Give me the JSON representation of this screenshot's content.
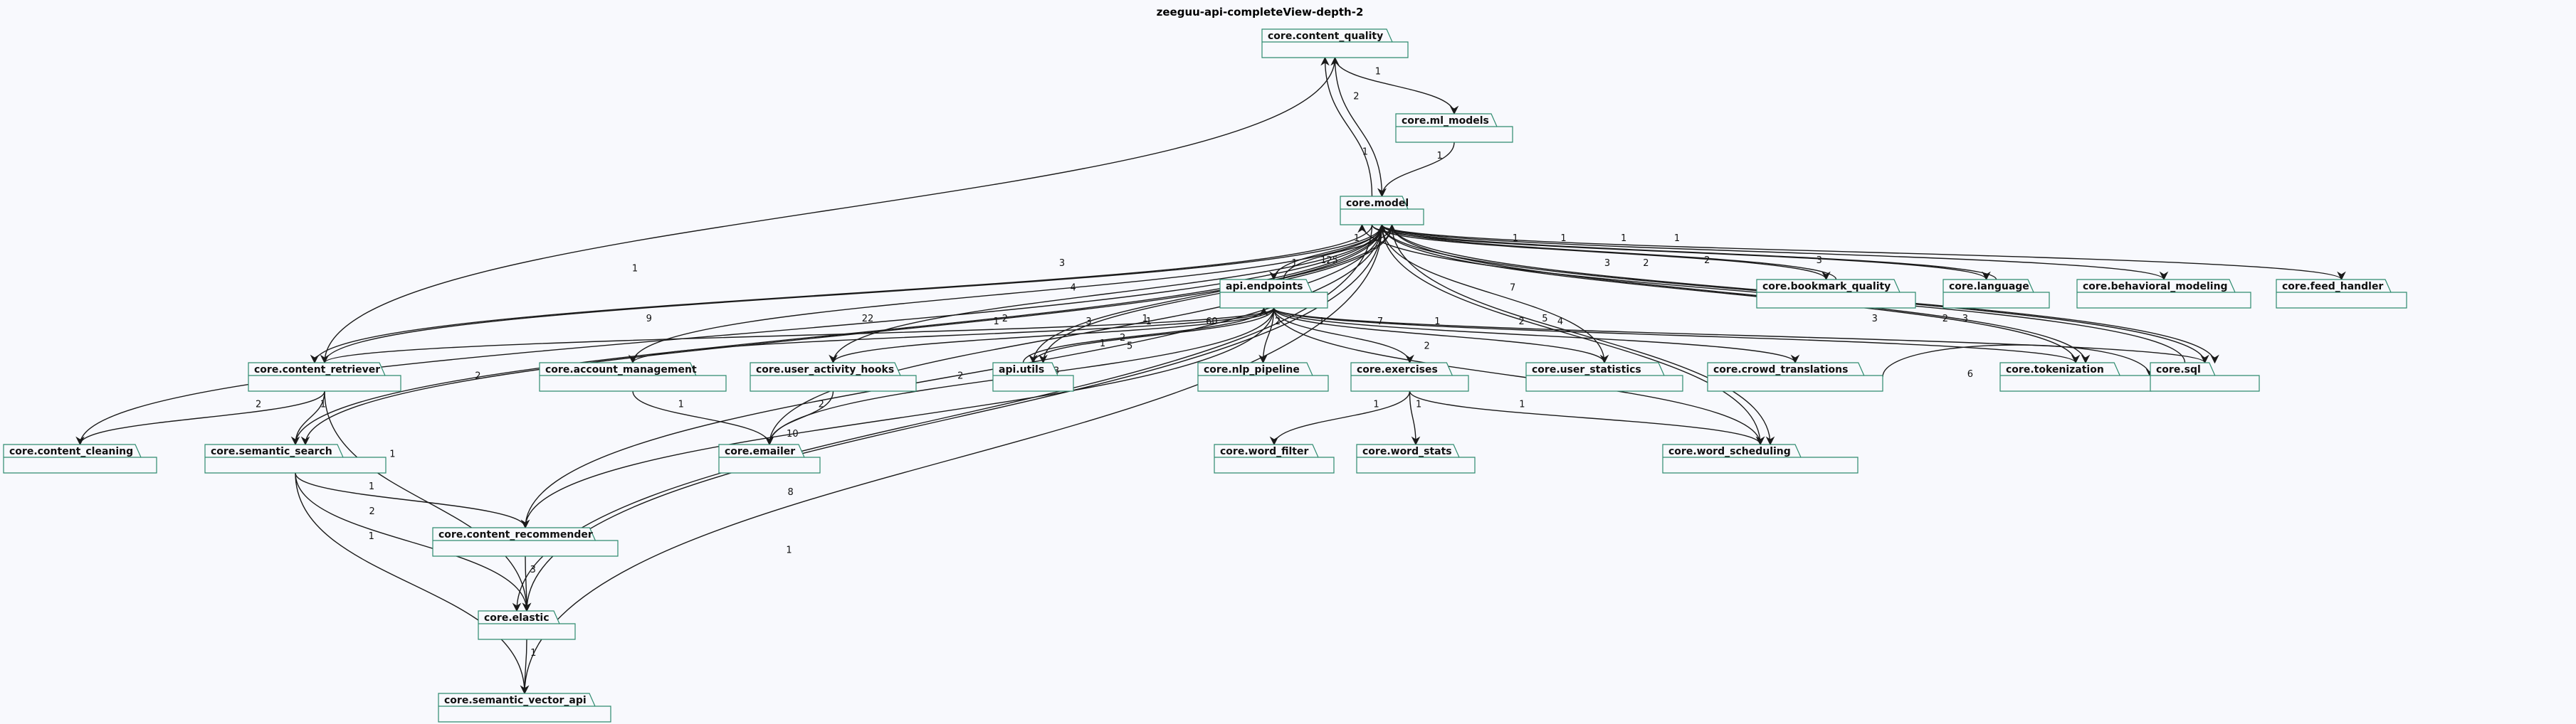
{
  "title": "zeeguu-api-completeView-depth-2",
  "colors": {
    "background": "#f8f9fd",
    "package_border": "#2e8b6f",
    "edge": "#1a1a1a"
  },
  "nodes": [
    {
      "id": "content_quality",
      "label": "core.content_quality"
    },
    {
      "id": "ml_models",
      "label": "core.ml_models"
    },
    {
      "id": "model",
      "label": "core.model"
    },
    {
      "id": "endpoints",
      "label": "api.endpoints"
    },
    {
      "id": "bookmark_quality",
      "label": "core.bookmark_quality"
    },
    {
      "id": "language",
      "label": "core.language"
    },
    {
      "id": "behavioral_modeling",
      "label": "core.behavioral_modeling"
    },
    {
      "id": "feed_handler",
      "label": "core.feed_handler"
    },
    {
      "id": "content_retriever",
      "label": "core.content_retriever"
    },
    {
      "id": "account_management",
      "label": "core.account_management"
    },
    {
      "id": "user_activity_hooks",
      "label": "core.user_activity_hooks"
    },
    {
      "id": "utils",
      "label": "api.utils"
    },
    {
      "id": "nlp_pipeline",
      "label": "core.nlp_pipeline"
    },
    {
      "id": "exercises",
      "label": "core.exercises"
    },
    {
      "id": "user_statistics",
      "label": "core.user_statistics"
    },
    {
      "id": "crowd_translations",
      "label": "core.crowd_translations"
    },
    {
      "id": "tokenization",
      "label": "core.tokenization"
    },
    {
      "id": "sql",
      "label": "core.sql"
    },
    {
      "id": "content_cleaning",
      "label": "core.content_cleaning"
    },
    {
      "id": "semantic_search",
      "label": "core.semantic_search"
    },
    {
      "id": "emailer",
      "label": "core.emailer"
    },
    {
      "id": "word_filter",
      "label": "core.word_filter"
    },
    {
      "id": "word_stats",
      "label": "core.word_stats"
    },
    {
      "id": "word_scheduling",
      "label": "core.word_scheduling"
    },
    {
      "id": "content_recommender",
      "label": "core.content_recommender"
    },
    {
      "id": "elastic",
      "label": "core.elastic"
    },
    {
      "id": "semantic_vector_api",
      "label": "core.semantic_vector_api"
    }
  ],
  "edges": [
    {
      "from": "content_quality",
      "to": "ml_models",
      "label": "1"
    },
    {
      "from": "content_quality",
      "to": "model",
      "label": "2"
    },
    {
      "from": "model",
      "to": "content_quality",
      "label": "1"
    },
    {
      "from": "ml_models",
      "to": "model",
      "label": "1"
    },
    {
      "from": "model",
      "to": "endpoints",
      "label": "1"
    },
    {
      "from": "endpoints",
      "to": "model",
      "label": "125"
    },
    {
      "from": "bookmark_quality",
      "to": "model",
      "label": "2"
    },
    {
      "from": "model",
      "to": "bookmark_quality",
      "label": "1"
    },
    {
      "from": "language",
      "to": "model",
      "label": "3"
    },
    {
      "from": "model",
      "to": "language",
      "label": "1"
    },
    {
      "from": "model",
      "to": "behavioral_modeling",
      "label": "1"
    },
    {
      "from": "model",
      "to": "feed_handler",
      "label": "1"
    },
    {
      "from": "content_retriever",
      "to": "content_quality",
      "label": "1"
    },
    {
      "from": "content_retriever",
      "to": "model",
      "label": "9"
    },
    {
      "from": "model",
      "to": "content_retriever",
      "label": "3"
    },
    {
      "from": "content_cleaning",
      "to": "model",
      "label": "2"
    },
    {
      "from": "semantic_search",
      "to": "model",
      "label": "1"
    },
    {
      "from": "model",
      "to": "semantic_search",
      "label": "4"
    },
    {
      "from": "account_management",
      "to": "model",
      "label": "22"
    },
    {
      "from": "user_activity_hooks",
      "to": "model",
      "label": "2"
    },
    {
      "from": "utils",
      "to": "model",
      "label": "1"
    },
    {
      "from": "model",
      "to": "utils",
      "label": "1"
    },
    {
      "from": "emailer",
      "to": "model",
      "label": "2"
    },
    {
      "from": "content_recommender",
      "to": "model",
      "label": "10"
    },
    {
      "from": "elastic",
      "to": "model",
      "label": "8"
    },
    {
      "from": "user_statistics",
      "to": "model",
      "label": "5"
    },
    {
      "from": "tokenization",
      "to": "model",
      "label": "3"
    },
    {
      "from": "model",
      "to": "tokenization",
      "label": "3"
    },
    {
      "from": "sql",
      "to": "model",
      "label": "3"
    },
    {
      "from": "model",
      "to": "sql",
      "label": "2"
    },
    {
      "from": "word_scheduling",
      "to": "model",
      "label": "3"
    },
    {
      "from": "model",
      "to": "word_scheduling",
      "label": "7"
    },
    {
      "from": "sql",
      "to": "model",
      "label": "2"
    },
    {
      "from": "model",
      "to": "elastic",
      "label": "2"
    },
    {
      "from": "semantic_vector_api",
      "to": "model",
      "label": "1"
    },
    {
      "from": "endpoints",
      "to": "content_retriever",
      "label": "1"
    },
    {
      "from": "endpoints",
      "to": "account_management",
      "label": "3"
    },
    {
      "from": "endpoints",
      "to": "user_activity_hooks",
      "label": "1"
    },
    {
      "from": "endpoints",
      "to": "utils",
      "label": "60"
    },
    {
      "from": "utils",
      "to": "endpoints",
      "label": "1"
    },
    {
      "from": "endpoints",
      "to": "nlp_pipeline",
      "label": "2"
    },
    {
      "from": "endpoints",
      "to": "exercises",
      "label": "1"
    },
    {
      "from": "endpoints",
      "to": "user_statistics",
      "label": "7"
    },
    {
      "from": "endpoints",
      "to": "crowd_translations",
      "label": "1"
    },
    {
      "from": "endpoints",
      "to": "tokenization",
      "label": "2"
    },
    {
      "from": "endpoints",
      "to": "sql",
      "label": "4"
    },
    {
      "from": "endpoints",
      "to": "emailer",
      "label": "5"
    },
    {
      "from": "endpoints",
      "to": "content_recommender",
      "label": "3"
    },
    {
      "from": "endpoints",
      "to": "word_scheduling",
      "label": "2"
    },
    {
      "from": "crowd_translations",
      "to": "sql",
      "label": "6"
    },
    {
      "from": "content_retriever",
      "to": "content_cleaning",
      "label": "2"
    },
    {
      "from": "content_retriever",
      "to": "semantic_search",
      "label": "1"
    },
    {
      "from": "content_retriever",
      "to": "elastic",
      "label": "1"
    },
    {
      "from": "account_management",
      "to": "emailer",
      "label": "1"
    },
    {
      "from": "user_activity_hooks",
      "to": "emailer",
      "label": "2"
    },
    {
      "from": "exercises",
      "to": "word_filter",
      "label": "1"
    },
    {
      "from": "exercises",
      "to": "word_stats",
      "label": "1"
    },
    {
      "from": "exercises",
      "to": "word_scheduling",
      "label": "1"
    },
    {
      "from": "semantic_search",
      "to": "content_recommender",
      "label": "1"
    },
    {
      "from": "semantic_search",
      "to": "elastic",
      "label": "2"
    },
    {
      "from": "semantic_search",
      "to": "semantic_vector_api",
      "label": "1"
    },
    {
      "from": "content_recommender",
      "to": "elastic",
      "label": "3"
    },
    {
      "from": "elastic",
      "to": "semantic_vector_api",
      "label": "1"
    }
  ]
}
